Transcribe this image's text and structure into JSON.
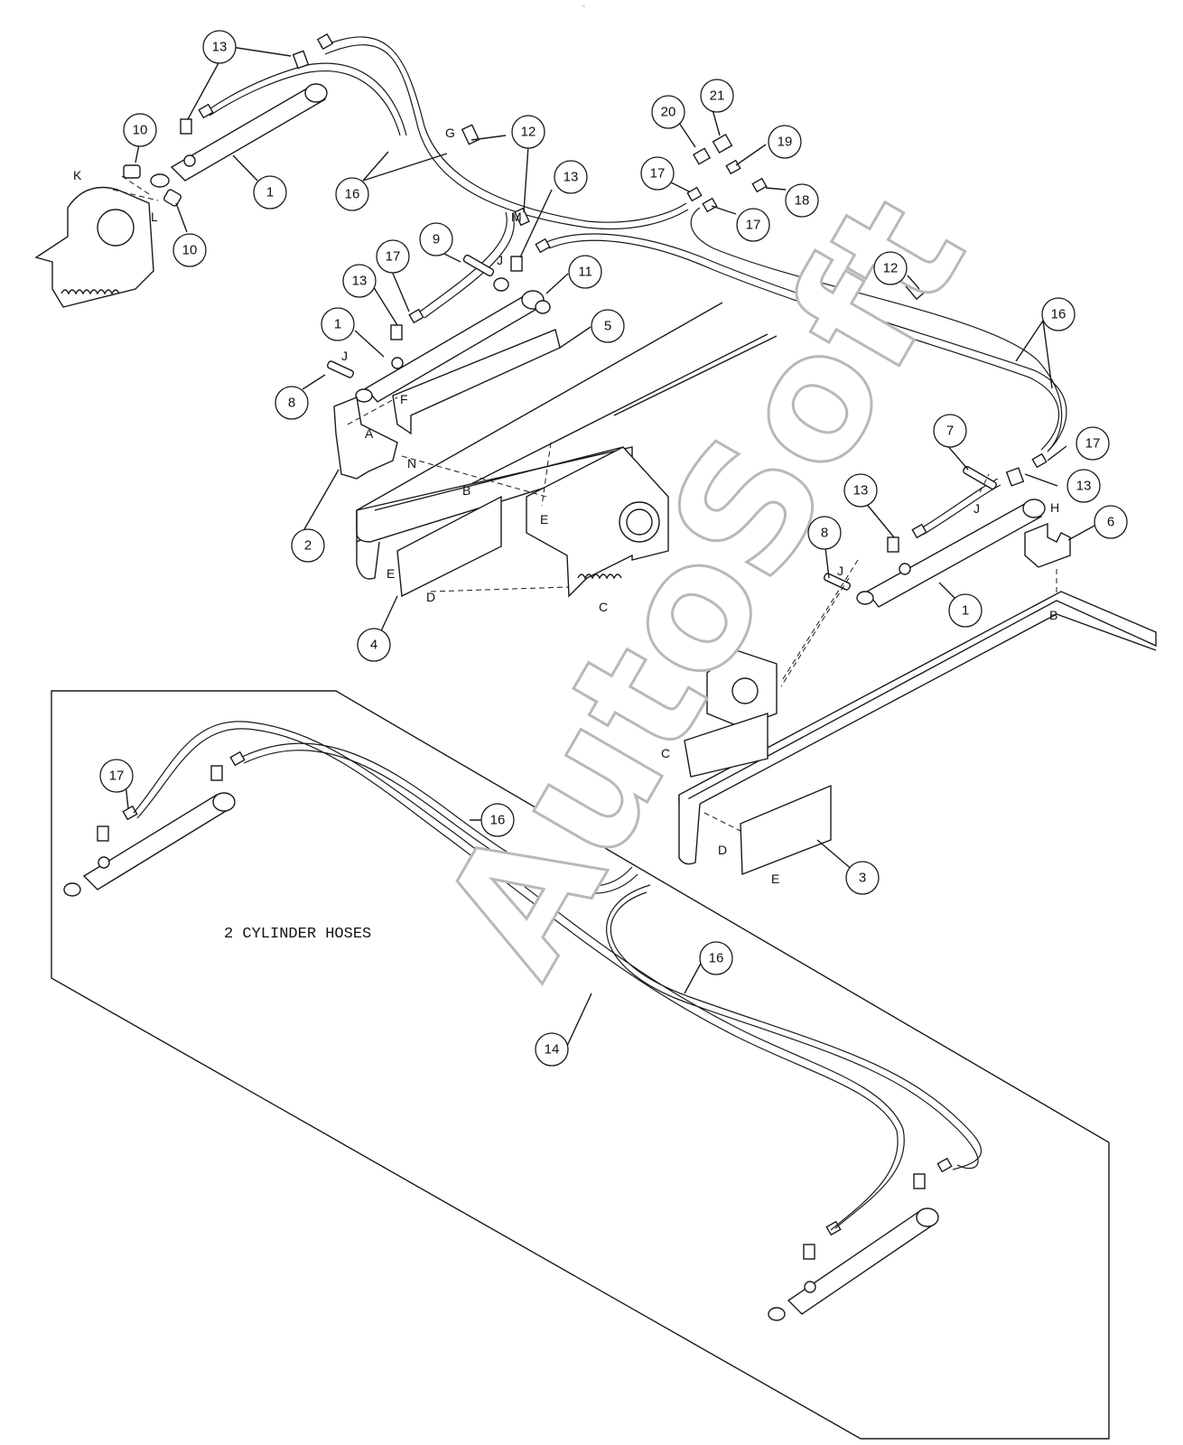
{
  "header_mark": "™ ",
  "watermark": "AutoSoft",
  "inset_title": "2 CYLINDER HOSES",
  "callouts": [
    {
      "label": "13"
    },
    {
      "label": "1"
    },
    {
      "label": "10"
    },
    {
      "label": "10"
    },
    {
      "label": "16"
    },
    {
      "label": "12"
    },
    {
      "label": "13"
    },
    {
      "label": "17"
    },
    {
      "label": "20"
    },
    {
      "label": "21"
    },
    {
      "label": "19"
    },
    {
      "label": "18"
    },
    {
      "label": "17"
    },
    {
      "label": "9"
    },
    {
      "label": "11"
    },
    {
      "label": "17"
    },
    {
      "label": "13"
    },
    {
      "label": "1"
    },
    {
      "label": "5"
    },
    {
      "label": "8"
    },
    {
      "label": "2"
    },
    {
      "label": "12"
    },
    {
      "label": "16"
    },
    {
      "label": "7"
    },
    {
      "label": "17"
    },
    {
      "label": "13"
    },
    {
      "label": "13"
    },
    {
      "label": "6"
    },
    {
      "label": "8"
    },
    {
      "label": "1"
    },
    {
      "label": "4"
    },
    {
      "label": "3"
    },
    {
      "label": "17"
    },
    {
      "label": "16"
    },
    {
      "label": "16"
    },
    {
      "label": "14"
    }
  ],
  "letters": [
    {
      "label": "K"
    },
    {
      "label": "L"
    },
    {
      "label": "G"
    },
    {
      "label": "M"
    },
    {
      "label": "J"
    },
    {
      "label": "J"
    },
    {
      "label": "F"
    },
    {
      "label": "A"
    },
    {
      "label": "N"
    },
    {
      "label": "B"
    },
    {
      "label": "E"
    },
    {
      "label": "E"
    },
    {
      "label": "D"
    },
    {
      "label": "C"
    },
    {
      "label": "J"
    },
    {
      "label": "J"
    },
    {
      "label": "H"
    },
    {
      "label": "B"
    },
    {
      "label": "C"
    },
    {
      "label": "D"
    },
    {
      "label": "E"
    }
  ]
}
